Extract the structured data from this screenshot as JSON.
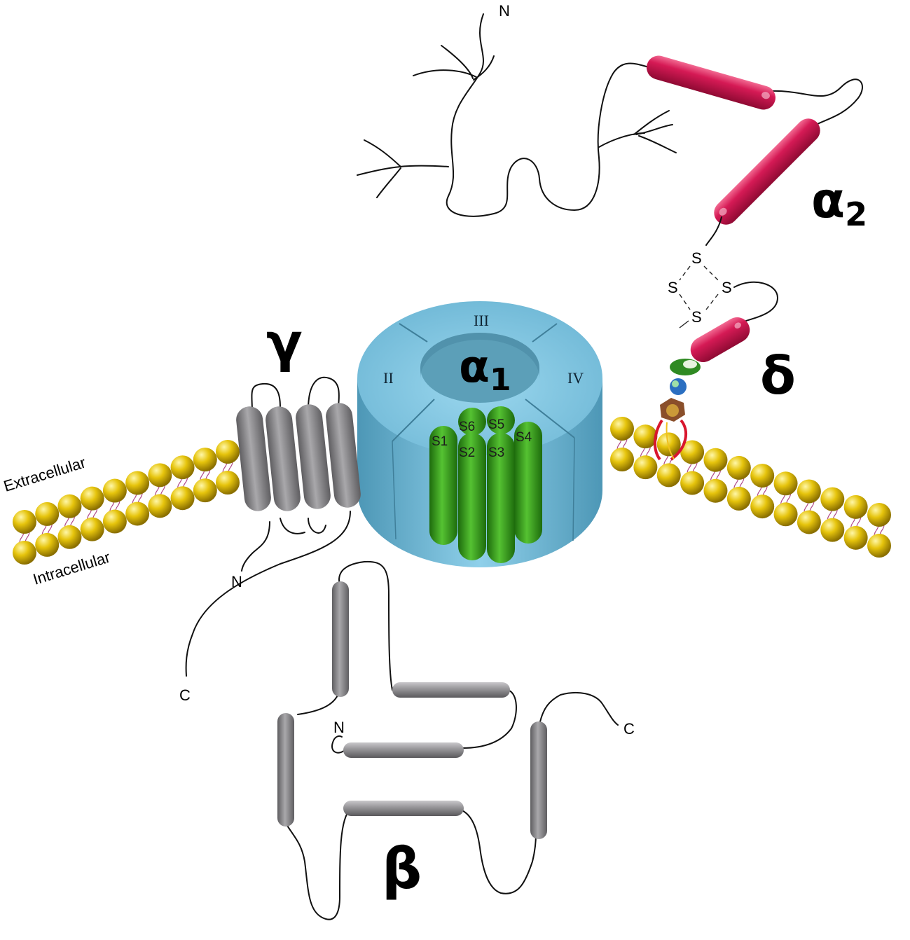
{
  "labels": {
    "alpha2": "α",
    "alpha2_sub": "2",
    "alpha1": "α",
    "alpha1_sub": "1",
    "gamma": "γ",
    "delta": "δ",
    "beta": "β",
    "extracellular": "Extracellular",
    "intracellular": "Intracellular",
    "alpha2_n": "N",
    "gamma_n": "N",
    "gamma_c": "C",
    "beta_n": "N",
    "beta_c": "C"
  },
  "disulfide": {
    "s_top": "S",
    "s_left": "S",
    "s_right": "S",
    "s_bottom": "S"
  },
  "domains": {
    "d2": "II",
    "d3": "III",
    "d4": "IV"
  },
  "segments": {
    "s1": "S1",
    "s2": "S2",
    "s3": "S3",
    "s4": "S4",
    "s5": "S5",
    "s6": "S6"
  },
  "colors": {
    "alpha2_helix": "#c8174e",
    "alpha1_ring": "#7fc7e3",
    "segments": "#3a9e1e",
    "helix_gray": "#8a898c",
    "lipid_head": "#e3c20c",
    "lipid_tail": "#b04a8a"
  }
}
